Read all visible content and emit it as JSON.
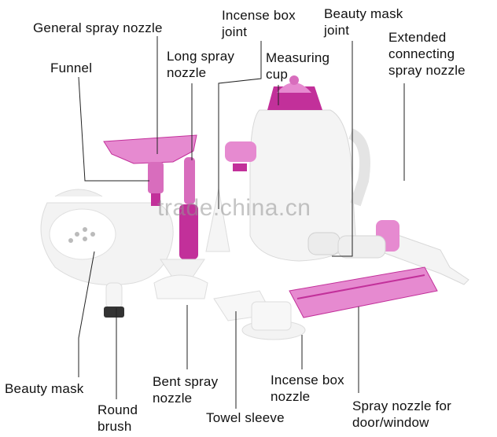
{
  "labels": {
    "general_spray_nozzle": "General spray nozzle",
    "funnel": "Funnel",
    "long_spray_nozzle": [
      "Long spray",
      "nozzle"
    ],
    "incense_box_joint": [
      "Incense box",
      "joint"
    ],
    "measuring_cup": [
      "Measuring",
      "cup"
    ],
    "beauty_mask_joint": [
      "Beauty mask",
      "joint"
    ],
    "extended_connecting_spray_nozzle": [
      "Extended",
      "connecting",
      "spray nozzle"
    ],
    "beauty_mask": "Beauty mask",
    "round_brush": [
      "Round",
      "brush"
    ],
    "bent_spray_nozzle": [
      "Bent spray",
      "nozzle"
    ],
    "towel_sleeve": "Towel sleeve",
    "incense_box_nozzle": [
      "Incense box",
      "nozzle"
    ],
    "spray_nozzle_door_window": [
      "Spray nozzle for",
      "door/window"
    ]
  },
  "watermark": "trade.china.cn",
  "colors": {
    "accent": "#c2309a",
    "accent_light": "#e68ad0",
    "body": "#f4f4f4",
    "line": "#222222"
  }
}
